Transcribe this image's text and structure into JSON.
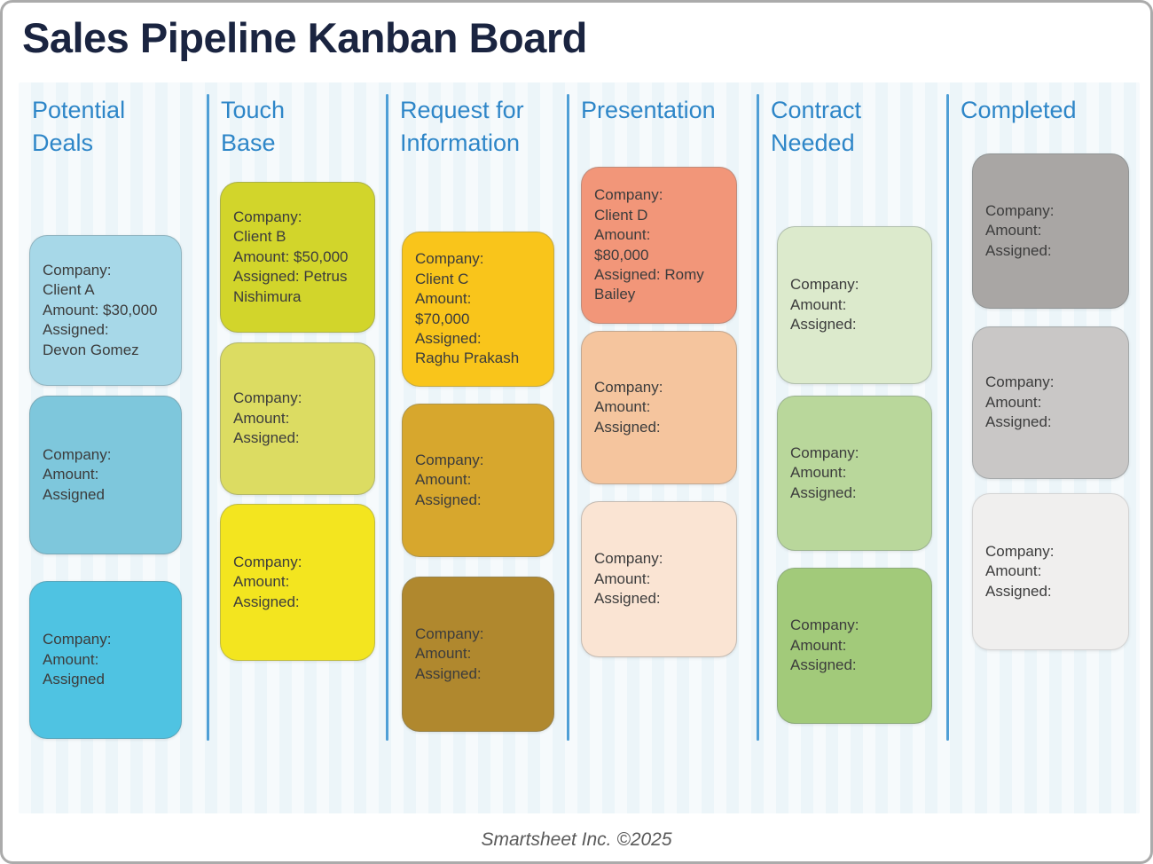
{
  "page": {
    "title": "Sales Pipeline Kanban Board",
    "footer": "Smartsheet Inc. ©2025"
  },
  "colors": {
    "title_text": "#1a2440",
    "column_header_text": "#2e86c8",
    "divider": "#4f9fd6",
    "board_background": "#ecf5f9",
    "card_text": "#3c3c3c",
    "page_border": "#ababab",
    "footer_text": "#5a5a5a"
  },
  "board": {
    "columns": [
      {
        "header": "Potential\nDeals",
        "cards": [
          {
            "text": "Company:\nClient A\nAmount: $30,000\nAssigned:\nDevon Gomez",
            "color": "#a7d8e8"
          },
          {
            "text": "Company:\nAmount:\nAssigned",
            "color": "#7ec7dc"
          },
          {
            "text": "Company:\nAmount:\nAssigned",
            "color": "#4fc3e2"
          }
        ]
      },
      {
        "header": "Touch\nBase",
        "cards": [
          {
            "text": "Company:\nClient B\nAmount: $50,000\nAssigned: Petrus\nNishimura",
            "color": "#d2d52b"
          },
          {
            "text": "Company:\nAmount:\nAssigned:",
            "color": "#dcdc62"
          },
          {
            "text": "Company:\nAmount:\nAssigned:",
            "color": "#f3e51f"
          }
        ]
      },
      {
        "header": "Request for\nInformation",
        "cards": [
          {
            "text": "Company:\nClient C\nAmount:\n$70,000\nAssigned:\nRaghu Prakash",
            "color": "#f9c51b"
          },
          {
            "text": "Company:\nAmount:\nAssigned:",
            "color": "#d7a72d"
          },
          {
            "text": "Company:\nAmount:\nAssigned:",
            "color": "#b0882e"
          }
        ]
      },
      {
        "header": "Presentation",
        "cards": [
          {
            "text": "Company:\nClient D\nAmount:\n$80,000\nAssigned: Romy\nBailey",
            "color": "#f29679"
          },
          {
            "text": "Company:\nAmount:\nAssigned:",
            "color": "#f5c59e"
          },
          {
            "text": "Company:\nAmount:\nAssigned:",
            "color": "#fae4d3"
          }
        ]
      },
      {
        "header": "Contract\nNeeded",
        "cards": [
          {
            "text": "Company:\nAmount:\nAssigned:",
            "color": "#dceacc"
          },
          {
            "text": "Company:\nAmount:\nAssigned:",
            "color": "#b9d79b"
          },
          {
            "text": "Company:\nAmount:\nAssigned:",
            "color": "#a2ca7a"
          }
        ]
      },
      {
        "header": "Completed",
        "cards": [
          {
            "text": "Company:\nAmount:\nAssigned:",
            "color": "#a9a6a4"
          },
          {
            "text": "Company:\nAmount:\nAssigned:",
            "color": "#c9c7c6"
          },
          {
            "text": "Company:\nAmount:\nAssigned:",
            "color": "#f0efee"
          }
        ]
      }
    ]
  }
}
